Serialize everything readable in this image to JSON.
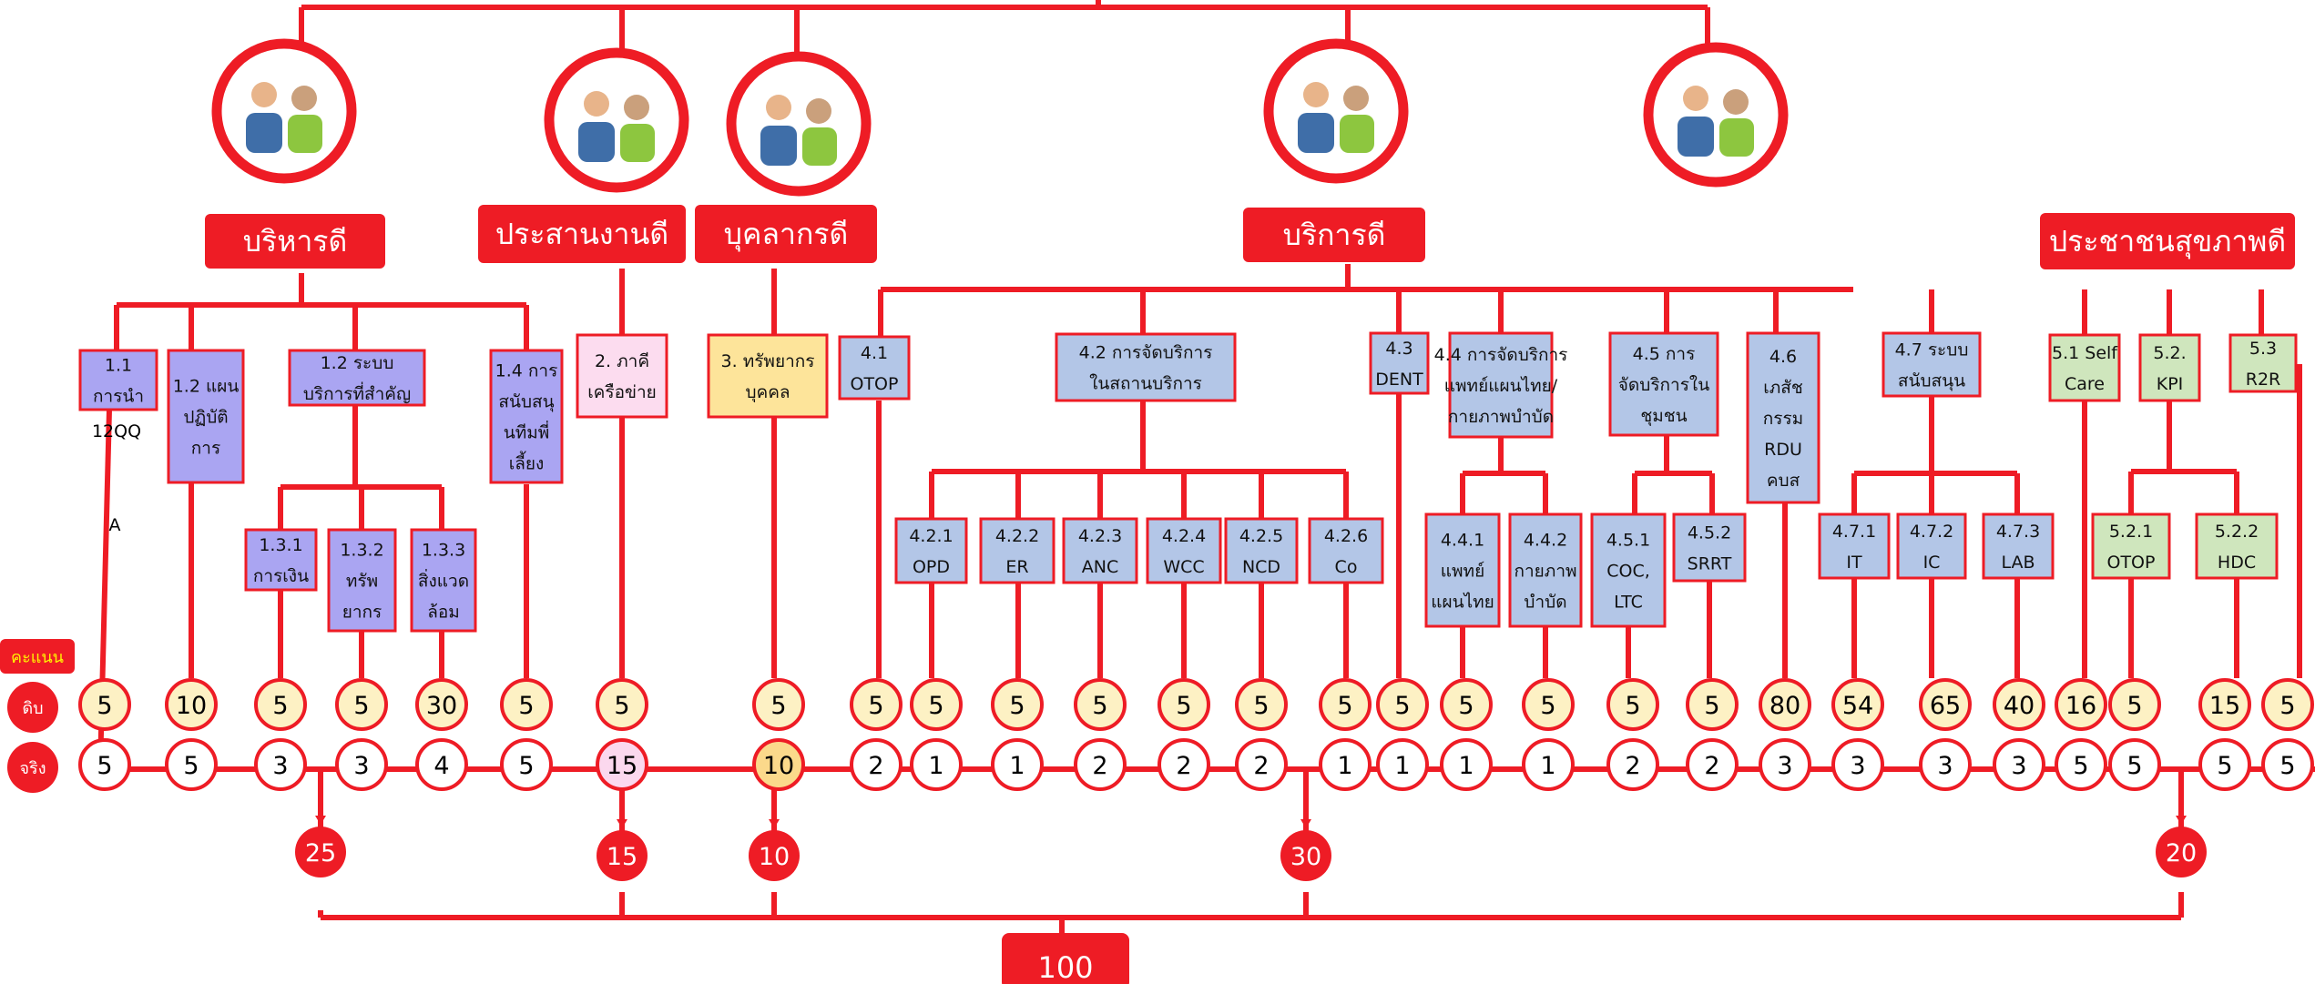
{
  "total": "100",
  "headers": [
    "บริหารดี",
    "ประสานงานดี",
    "บุคลากรดี",
    "บริการดี",
    "ประชาชนสุขภาพดี"
  ],
  "row_labels": {
    "score_title": "คะแนน",
    "raw": "ดิบ",
    "actual": "จริง"
  },
  "group_totals": [
    "25",
    "15",
    "10",
    "30",
    "20"
  ],
  "extra_text": [
    "12QQ",
    "A"
  ],
  "boxes": [
    {
      "id": "b11",
      "lines": [
        "1.1",
        "การนำ"
      ],
      "color": "#aaa5f2"
    },
    {
      "id": "b12a",
      "lines": [
        "1.2 แผน",
        "ปฏิบัติ",
        "การ"
      ],
      "color": "#aaa5f2"
    },
    {
      "id": "b12b",
      "lines": [
        "1.2 ระบบ",
        "บริการที่สำคัญ"
      ],
      "color": "#aaa5f2"
    },
    {
      "id": "b14",
      "lines": [
        "1.4 การ",
        "สนับสนุ",
        "นทีมพี่",
        "เลี้ยง"
      ],
      "color": "#aaa5f2"
    },
    {
      "id": "b131",
      "lines": [
        "1.3.1",
        "การเงิน"
      ],
      "color": "#aaa5f2"
    },
    {
      "id": "b132",
      "lines": [
        "1.3.2",
        "ทรัพ",
        "ยากร"
      ],
      "color": "#aaa5f2"
    },
    {
      "id": "b133",
      "lines": [
        "1.3.3",
        "สิ่งแวด",
        "ล้อม"
      ],
      "color": "#aaa5f2"
    },
    {
      "id": "b2",
      "lines": [
        "2. ภาคี",
        "เครือข่าย"
      ],
      "color": "#fcdcef"
    },
    {
      "id": "b3",
      "lines": [
        "3. ทรัพยากร",
        "บุคคล"
      ],
      "color": "#fde49a"
    },
    {
      "id": "b41",
      "lines": [
        "4.1",
        "OTOP"
      ],
      "color": "#b3c6e7"
    },
    {
      "id": "b42",
      "lines": [
        "4.2 การจัดบริการ",
        "ในสถานบริการ"
      ],
      "color": "#b3c6e7"
    },
    {
      "id": "b43",
      "lines": [
        "4.3",
        "DENT"
      ],
      "color": "#b3c6e7"
    },
    {
      "id": "b44",
      "lines": [
        "4.4 การจัดบริการ",
        "แพทย์แผนไทย/",
        "กายภาพบำบัด"
      ],
      "color": "#b3c6e7"
    },
    {
      "id": "b45",
      "lines": [
        "4.5 การ",
        "จัดบริการใน",
        "ชุมชน"
      ],
      "color": "#b3c6e7"
    },
    {
      "id": "b46",
      "lines": [
        "4.6",
        "เภสัช",
        "กรรม",
        "RDU",
        "คบส"
      ],
      "color": "#b3c6e7"
    },
    {
      "id": "b47",
      "lines": [
        "4.7 ระบบ",
        "สนับสนุน"
      ],
      "color": "#b3c6e7"
    },
    {
      "id": "b421",
      "lines": [
        "4.2.1",
        "OPD"
      ],
      "color": "#b3c6e7"
    },
    {
      "id": "b422",
      "lines": [
        "4.2.2",
        "ER"
      ],
      "color": "#b3c6e7"
    },
    {
      "id": "b423",
      "lines": [
        "4.2.3",
        "ANC"
      ],
      "color": "#b3c6e7"
    },
    {
      "id": "b424",
      "lines": [
        "4.2.4",
        "WCC"
      ],
      "color": "#b3c6e7"
    },
    {
      "id": "b425",
      "lines": [
        "4.2.5",
        "NCD"
      ],
      "color": "#b3c6e7"
    },
    {
      "id": "b426",
      "lines": [
        "4.2.6",
        "Co"
      ],
      "color": "#b3c6e7"
    },
    {
      "id": "b441",
      "lines": [
        "4.4.1",
        "แพทย์",
        "แผนไทย"
      ],
      "color": "#b3c6e7"
    },
    {
      "id": "b442",
      "lines": [
        "4.4.2",
        "กายภาพ",
        "บำบัด"
      ],
      "color": "#b3c6e7"
    },
    {
      "id": "b451",
      "lines": [
        "4.5.1",
        "COC,",
        "LTC"
      ],
      "color": "#b3c6e7"
    },
    {
      "id": "b452",
      "lines": [
        "4.5.2",
        "SRRT"
      ],
      "color": "#b3c6e7"
    },
    {
      "id": "b471",
      "lines": [
        "4.7.1",
        "IT"
      ],
      "color": "#b3c6e7"
    },
    {
      "id": "b472",
      "lines": [
        "4.7.2",
        "IC"
      ],
      "color": "#b3c6e7"
    },
    {
      "id": "b473",
      "lines": [
        "4.7.3",
        "LAB"
      ],
      "color": "#b3c6e7"
    },
    {
      "id": "b51",
      "lines": [
        "5.1 Self",
        "Care"
      ],
      "color": "#cfe6bd"
    },
    {
      "id": "b52",
      "lines": [
        "5.2.",
        "KPI"
      ],
      "color": "#cfe6bd"
    },
    {
      "id": "b53",
      "lines": [
        "5.3",
        "R2R"
      ],
      "color": "#cfe6bd"
    },
    {
      "id": "b521",
      "lines": [
        "5.2.1",
        "OTOP"
      ],
      "color": "#cfe6bd"
    },
    {
      "id": "b522",
      "lines": [
        "5.2.2",
        "HDC"
      ],
      "color": "#cfe6bd"
    }
  ],
  "scores": [
    {
      "raw": "5",
      "actual": "5"
    },
    {
      "raw": "10",
      "actual": "5"
    },
    {
      "raw": "5",
      "actual": "3"
    },
    {
      "raw": "5",
      "actual": "3"
    },
    {
      "raw": "30",
      "actual": "4"
    },
    {
      "raw": "5",
      "actual": "5"
    },
    {
      "raw": "5",
      "actual": "15"
    },
    {
      "raw": "5",
      "actual": "10"
    },
    {
      "raw": "5",
      "actual": "2"
    },
    {
      "raw": "5",
      "actual": "1"
    },
    {
      "raw": "5",
      "actual": "1"
    },
    {
      "raw": "5",
      "actual": "2"
    },
    {
      "raw": "5",
      "actual": "2"
    },
    {
      "raw": "5",
      "actual": "2"
    },
    {
      "raw": "5",
      "actual": "1"
    },
    {
      "raw": "5",
      "actual": "1"
    },
    {
      "raw": "5",
      "actual": "1"
    },
    {
      "raw": "5",
      "actual": "1"
    },
    {
      "raw": "5",
      "actual": "2"
    },
    {
      "raw": "5",
      "actual": "2"
    },
    {
      "raw": "80",
      "actual": "3"
    },
    {
      "raw": "54",
      "actual": "3"
    },
    {
      "raw": "65",
      "actual": "3"
    },
    {
      "raw": "40",
      "actual": "3"
    },
    {
      "raw": "16",
      "actual": "5"
    },
    {
      "raw": "5",
      "actual": "5"
    },
    {
      "raw": "15",
      "actual": "5"
    },
    {
      "raw": "5",
      "actual": "5"
    }
  ],
  "photos": [
    "group-people-icon",
    "meeting-icon",
    "medical-staff-icon",
    "hospital-bed-icon",
    "jogging-people-icon"
  ]
}
